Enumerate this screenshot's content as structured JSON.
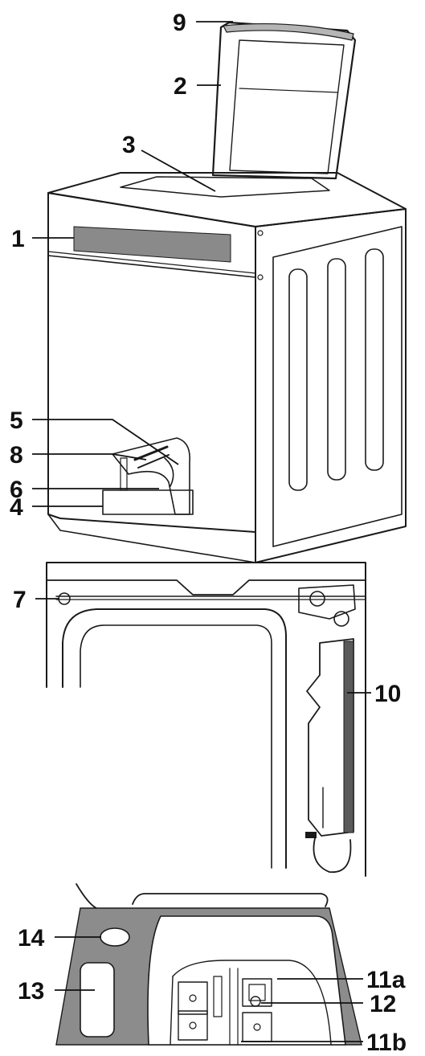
{
  "colors": {
    "line": "#1a1a1a",
    "body": "#ffffff",
    "panel": "#8a8a8a",
    "base": "#8c8c8c"
  },
  "callouts": {
    "c1": "1",
    "c2": "2",
    "c3": "3",
    "c4": "4",
    "c5": "5",
    "c6": "6",
    "c7": "7",
    "c8": "8",
    "c9": "9",
    "c10": "10",
    "c11a": "11a",
    "c11b": "11b",
    "c12": "12",
    "c13": "13",
    "c14": "14"
  }
}
